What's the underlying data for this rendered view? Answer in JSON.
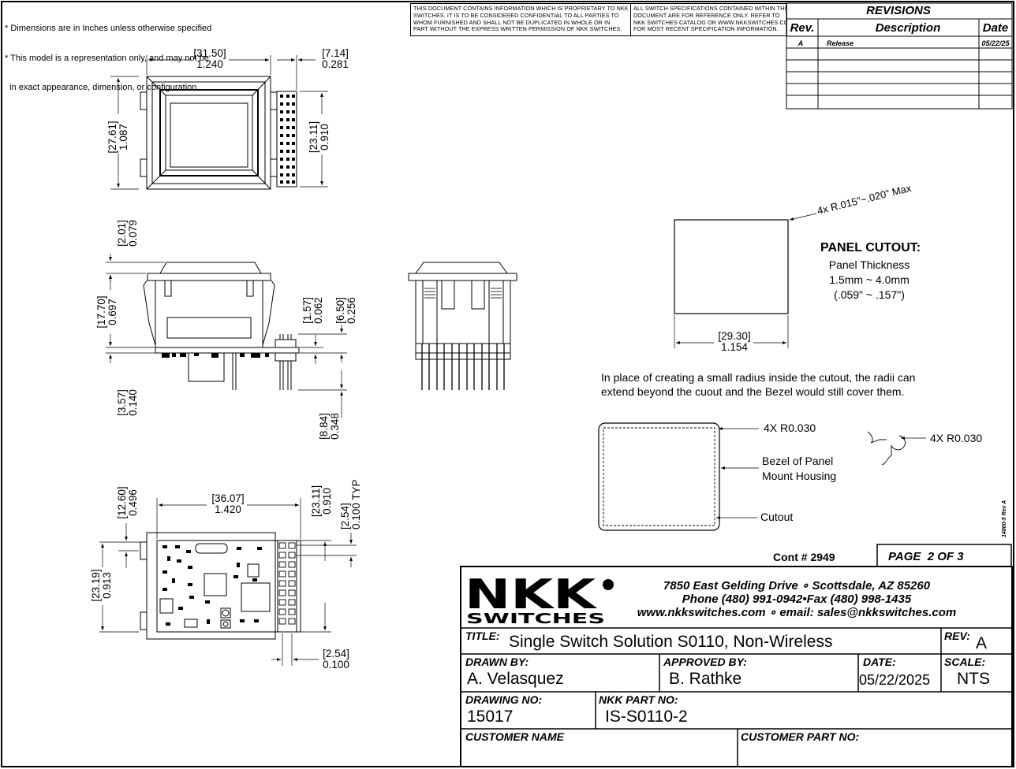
{
  "notes": [
    "* Dimensions are in Inches unless otherwise specified",
    "* This model is a representation only, and may not be",
    "  in exact appearance, dimension, or configuration."
  ],
  "disclaimer_left": "THIS DOCUMENT CONTAINS INFORMATION WHICH IS PROPRIETARY TO NKK\nSWITCHES. IT IS TO BE CONSIDERED CONFIDENTIAL TO ALL PARTIES TO\nWHOM FURNISHED AND SHALL NOT BE DUPLICATED IN WHOLE OR IN\nPART WITHOUT THE EXPRESS WRITTEN PERMISSION OF NKK SWITCHES.",
  "disclaimer_right": "ALL SWITCH SPECIFICATIONS CONTAINED WITHIN THIS\nDOCUMENT ARE FOR REFERENCE ONLY. REFER TO\nNKK SWITCHES CATALOG OR WWW.NKKSWITCHES.COM\nFOR MOST RECENT SPECIFICATION INFORMATION.",
  "revisions": {
    "title": "REVISIONS",
    "col_rev": "Rev.",
    "col_desc": "Description",
    "col_date": "Date",
    "rows": [
      {
        "rev": "A",
        "desc": "Release",
        "date": "05/22/25"
      }
    ]
  },
  "dims": {
    "top_width_mm": "[31.50]",
    "top_width_in": "1.240",
    "top_depth_mm": "[7.14]",
    "top_depth_in": "0.281",
    "top_height_mm": "[27.61]",
    "top_height_in": "1.087",
    "top_height2_mm": "[23.11]",
    "top_height2_in": "0.910",
    "side_cap_mm": "[2.01]",
    "side_cap_in": "0.079",
    "side_body_mm": "[17.70]",
    "side_body_in": "0.697",
    "side_pcb_mm": "[1.57]",
    "side_pcb_in": "0.062",
    "side_pin_mm": "[6.50]",
    "side_pin_in": "0.256",
    "side_bot_mm": "[3.57]",
    "side_bot_in": "0.140",
    "side_pinlen_mm": "[8.84]",
    "side_pinlen_in": "0.348",
    "bot_left_mm": "[12.60]",
    "bot_left_in": "0.496",
    "bot_width_mm": "[36.07]",
    "bot_width_in": "1.420",
    "bot_height_mm": "[23.11]",
    "bot_height_in": "0.910",
    "bot_pitch_mm": "[2.54]",
    "bot_pitch_in": "0.100 TYP",
    "bot_h2_mm": "[23.19]",
    "bot_h2_in": "0.913",
    "bot_pitch2_mm": "[2.54]",
    "bot_pitch2_in": "0.100"
  },
  "panel": {
    "radius_note": "4x R.015\"~.020\" Max",
    "title": "PANEL CUTOUT:",
    "thickness_label": "Panel Thickness",
    "thickness_mm": "1.5mm ~ 4.0mm",
    "thickness_in": "(.059\" ~ .157\")",
    "width_mm": "[29.30]",
    "width_in": "1.154",
    "note_line1": "In place of creating a small radius inside the cutout, the radii can",
    "note_line2": "extend beyond the cuout and the Bezel would still cover them.",
    "r_label1": "4X R0.030",
    "r_label2": "4X R0.030",
    "bezel_line1": "Bezel of Panel",
    "bezel_line2": "Mount Housing",
    "cutout_label": "Cutout"
  },
  "side_code": "14800-5 Rev A",
  "cont": "Cont # 2949",
  "page_label": "PAGE  2 OF 3",
  "logo": {
    "big": "NKK",
    "small": "SWITCHES"
  },
  "address": {
    "line1": "7850 East Gelding Drive ∘ Scottsdale, AZ 85260",
    "line2": "Phone (480) 991-0942•Fax (480) 998-1435",
    "line3": "www.nkkswitches.com ∘ email: sales@nkkswitches.com"
  },
  "title_block": {
    "title_label": "TITLE:",
    "title": "Single Switch Solution S0110, Non-Wireless",
    "rev_label": "REV:",
    "rev": "A",
    "drawn_label": "DRAWN BY:",
    "drawn": "A. Velasquez",
    "approved_label": "APPROVED BY:",
    "approved": "B. Rathke",
    "date_label": "DATE:",
    "date": "05/22/2025",
    "scale_label": "SCALE:",
    "scale": "NTS",
    "drawing_no_label": "DRAWING NO:",
    "drawing_no": "15017",
    "part_no_label": "NKK PART NO:",
    "part_no": "IS-S0110-2",
    "customer_label": "CUSTOMER NAME",
    "customer_part_label": "CUSTOMER PART NO:"
  }
}
